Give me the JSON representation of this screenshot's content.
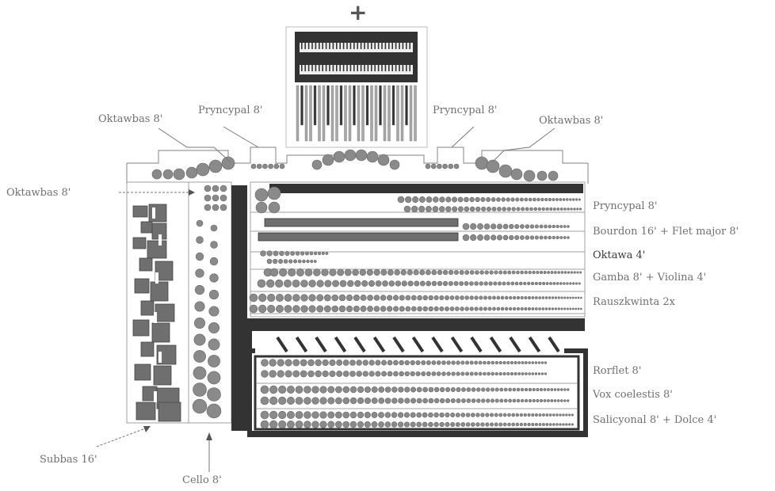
{
  "top_symbol": "+",
  "labels": {
    "oktawbas_top_left": "Oktawbas 8'",
    "pryncypal_top_left": "Pryncypal 8'",
    "pryncypal_top_right": "Pryncypal 8'",
    "oktawbas_top_right": "Oktawbas 8'",
    "oktawbas_side": "Oktawbas 8'",
    "subbas": "Subbas 16'",
    "cello": "Cello 8'"
  },
  "ranks_upper": [
    "Pryncypal 8'",
    "Bourdon 16' + Flet major 8'",
    "Oktawa 4'",
    "Gamba 8' + Violina 4'",
    "Rauszkwinta 2x"
  ],
  "ranks_swell": [
    "Rorflet 8'",
    "Vox coelestis 8'",
    "Salicyonal 8' + Dolce 4'"
  ],
  "colors": {
    "dark": "#333333",
    "mid": "#6f6f6f",
    "light": "#a8a8a8",
    "pipe": "#8a8a8a",
    "line": "#9a9a9a"
  }
}
